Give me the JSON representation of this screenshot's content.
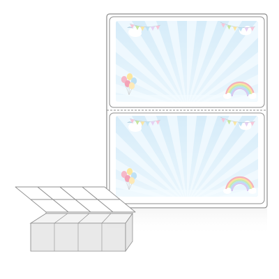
{
  "product": {
    "name": "fanfold-label-product-image",
    "label_count_shown": 2,
    "stack_columns": 4
  },
  "colors": {
    "background": "#ffffff",
    "liner": "#ffffff",
    "liner_border": "#9a9a9a",
    "sky_light": "#eaf6fd",
    "sky_mid": "#cfe9f8",
    "ray": "#f4fbff",
    "cloud": "#ffffff",
    "bunting": [
      "#f7c6d9",
      "#c8e6a0",
      "#fbe6a2",
      "#bfe3f5",
      "#e6d0f3"
    ],
    "balloons": [
      "#f6b8c8",
      "#fbe7a1",
      "#bfe1f4",
      "#f4a3b8"
    ],
    "rainbow": [
      "#f6b0b8",
      "#fbe3a0",
      "#c6ebb1",
      "#b9dff4",
      "#d9c7f0"
    ],
    "stack_edge": "#8f8f8f"
  },
  "icons": {
    "label_art": "party-sky-illustration",
    "bunting": "pennant-banner-icon",
    "balloons": "balloon-bunch-icon",
    "rainbow": "rainbow-icon",
    "bird": "bird-icon"
  }
}
